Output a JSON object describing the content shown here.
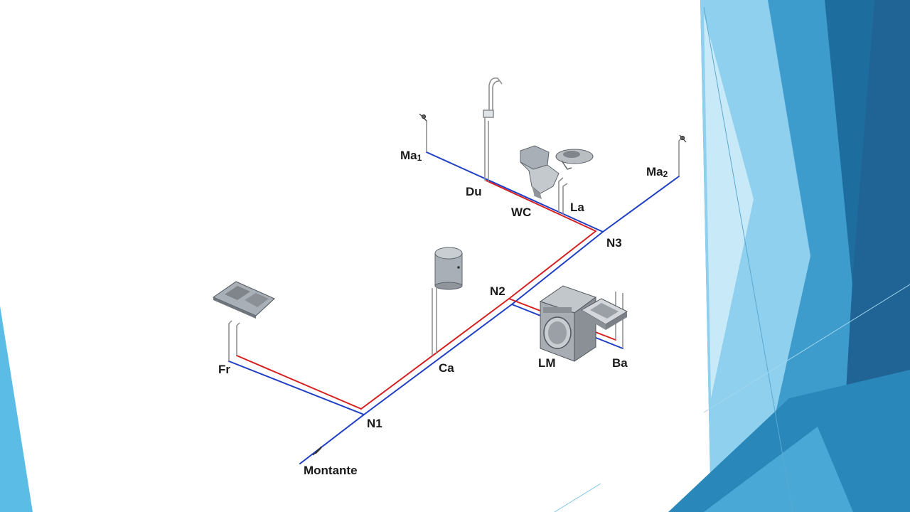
{
  "diagram": {
    "labels": {
      "ma1": {
        "base": "Ma",
        "sub": "1"
      },
      "ma2": {
        "base": "Ma",
        "sub": "2"
      },
      "du": "Du",
      "wc": "WC",
      "la": "La",
      "n3": "N3",
      "n2": "N2",
      "n1": "N1",
      "fr": "Fr",
      "ca": "Ca",
      "lm": "LM",
      "ba": "Ba",
      "montante": "Montante"
    },
    "colors": {
      "cold_pipe": "#1f3fc4",
      "hot_pipe": "#d62020",
      "riser": "#8a8a8a",
      "fixture": "#a9afb6",
      "fixture_dark": "#6f757c",
      "accent_light": "#8fd0ee",
      "accent_mid": "#4aa7d4",
      "accent_dark": "#1f6f9e"
    }
  }
}
